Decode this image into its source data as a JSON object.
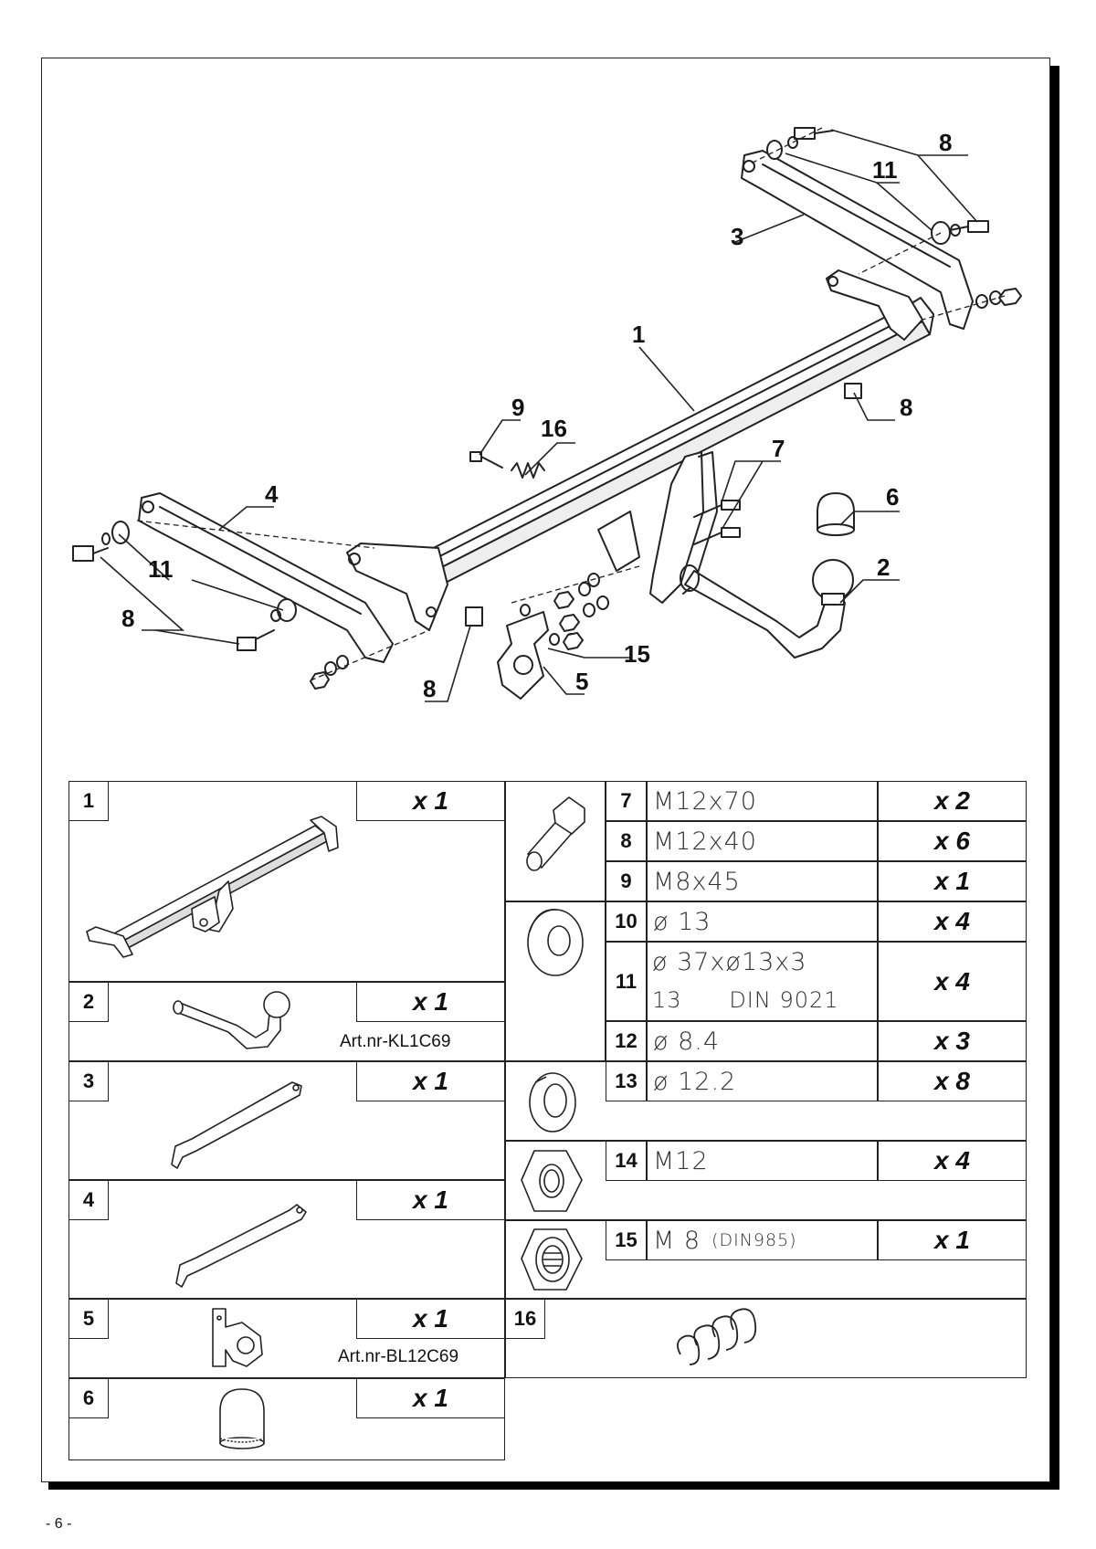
{
  "callouts": {
    "c1": "1",
    "c2": "2",
    "c3": "3",
    "c4": "4",
    "c5": "5",
    "c6": "6",
    "c7": "7",
    "c8a": "8",
    "c8b": "8",
    "c8c": "8",
    "c8d": "8",
    "c9": "9",
    "c11a": "11",
    "c11b": "11",
    "c15": "15",
    "c16": "16"
  },
  "parts": {
    "p1": {
      "num": "1",
      "qty": "x 1"
    },
    "p2": {
      "num": "2",
      "qty": "x 1",
      "artnr": "Art.nr-KL1C69"
    },
    "p3": {
      "num": "3",
      "qty": "x 1"
    },
    "p4": {
      "num": "4",
      "qty": "x 1"
    },
    "p5": {
      "num": "5",
      "qty": "x 1",
      "artnr": "Art.nr-BL12C69"
    },
    "p6": {
      "num": "6",
      "qty": "x 1"
    },
    "p7": {
      "num": "7",
      "spec": "M12x70",
      "qty": "x 2"
    },
    "p8": {
      "num": "8",
      "spec": "M12x40",
      "qty": "x 6"
    },
    "p9": {
      "num": "9",
      "spec": "M8x45",
      "qty": "x 1"
    },
    "p10": {
      "num": "10",
      "spec": "ø 13",
      "qty": "x 4"
    },
    "p11": {
      "num": "11",
      "spec_line1": "ø 37xø13x3",
      "spec_line2": "13      DIN 9021",
      "qty": "x 4"
    },
    "p12": {
      "num": "12",
      "spec": "ø 8.4",
      "qty": "x 3"
    },
    "p13": {
      "num": "13",
      "spec": "ø 12.2",
      "qty": "x 8"
    },
    "p14": {
      "num": "14",
      "spec": "M12",
      "qty": "x 4"
    },
    "p15": {
      "num": "15",
      "spec": "M 8",
      "spec_small": "(DIN985)",
      "qty": "x 1"
    },
    "p16": {
      "num": "16"
    }
  },
  "page_number": "- 6 -"
}
